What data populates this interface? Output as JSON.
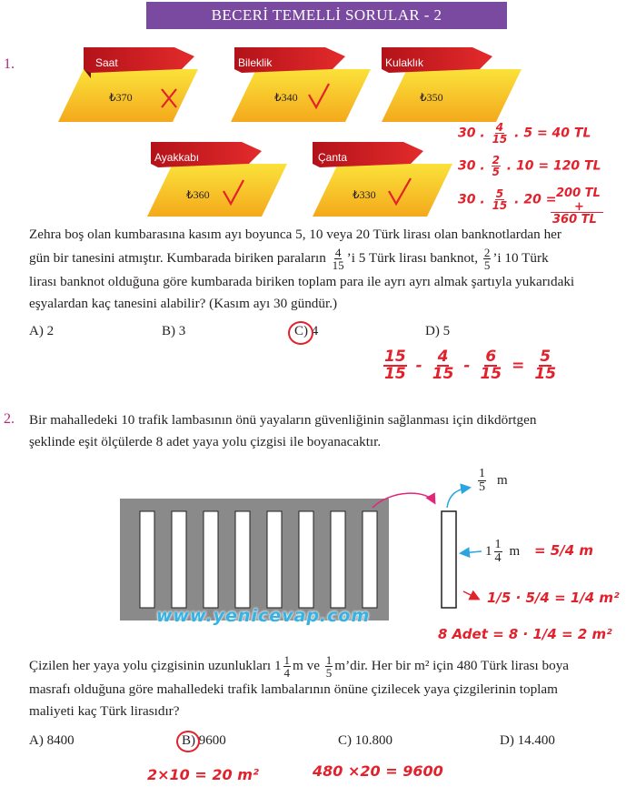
{
  "header": {
    "title": "BECERİ TEMELLİ SORULAR - 2"
  },
  "q1": {
    "number": "1.",
    "tags": [
      {
        "name": "Saat",
        "price": "₺370",
        "mark": "cross"
      },
      {
        "name": "Bileklik",
        "price": "₺340",
        "mark": "check"
      },
      {
        "name": "Kulaklık",
        "price": "₺350",
        "mark": "none"
      },
      {
        "name": "Ayakkabı",
        "price": "₺360",
        "mark": "check"
      },
      {
        "name": "Çanta",
        "price": "₺330",
        "mark": "check"
      }
    ],
    "text_line1": "Zehra boş olan kumbarasına kasım ayı boyunca 5, 10 veya 20 Türk lirası olan banknotlardan her",
    "text_line2_a": "gün bir tanesini atmıştır. Kumbarada biriken paraların",
    "frac1": {
      "num": "4",
      "den": "15"
    },
    "text_line2_b": "’i 5 Türk lirası banknot,",
    "frac2": {
      "num": "2",
      "den": "5"
    },
    "text_line2_c": "’i 10 Türk",
    "text_line3": "lirası banknot olduğuna göre kumbarada biriken toplam para ile ayrı ayrı almak şartıyla yukarıdaki",
    "text_line4": "eşyalardan kaç tanesini alabilir? (Kasım ayı 30 gündür.)",
    "options": {
      "a": "A) 2",
      "b": "B) 3",
      "c_letter": "C)",
      "c_value": "4",
      "d": "D) 5"
    },
    "handwriting": {
      "l1a": "30 .",
      "l1f": {
        "num": "4",
        "den": "15"
      },
      "l1b": ". 5 = 40 TL",
      "l2a": "30 .",
      "l2f": {
        "num": "2",
        "den": "5"
      },
      "l2b": ". 10 = 120 TL",
      "l3a": "30 .",
      "l3f": {
        "num": "5",
        "den": "15"
      },
      "l3b": ". 20 =",
      "l3c": "200 TL",
      "plus": "+",
      "total": "360 TL",
      "eq": [
        {
          "num": "15",
          "den": "15"
        },
        "-",
        {
          "num": "4",
          "den": "15"
        },
        "-",
        {
          "num": "6",
          "den": "15"
        },
        "=",
        {
          "num": "5",
          "den": "15"
        }
      ]
    }
  },
  "q2": {
    "number": "2.",
    "text_line1": "Bir mahalledeki 10 trafik lambasının önü yayaların güvenliğinin sağlanması için dikdörtgen",
    "text_line2": "şeklinde eşit ölçülerde 8 adet yaya yolu çizgisi ile boyanacaktır.",
    "width_label": {
      "num": "1",
      "den": "5",
      "unit": "m"
    },
    "length_label": {
      "whole": "1",
      "num": "1",
      "den": "4",
      "unit": "m"
    },
    "watermark": "www.yenicevap.com",
    "text_line3_a": "Çizilen her yaya yolu çizgisinin uzunlukları",
    "f_len": {
      "whole": "1",
      "num": "1",
      "den": "4"
    },
    "text_line3_b": "m ve",
    "f_wid": {
      "num": "1",
      "den": "5"
    },
    "text_line3_c": "m’dir. Her bir m² için 480 Türk lirası boya",
    "text_line4": "masrafı olduğuna göre mahalledeki trafik lambalarının önüne çizilecek yaya çizgilerinin toplam",
    "text_line5": "maliyeti kaç Türk lirasıdır?",
    "options": {
      "a": "A) 8400",
      "b_letter": "B)",
      "b_value": "9600",
      "c": "C) 10.800",
      "d": "D) 14.400"
    },
    "handwriting": {
      "len_eq": "= 5/4 m",
      "area_eq": "1/5 · 5/4 = 1/4 m²",
      "total_eq": "8 Adet = 8 · 1/4 = 2 m²",
      "bottom1": "2×10 = 20 m²",
      "bottom2": "480 ×20 = 9600"
    }
  }
}
